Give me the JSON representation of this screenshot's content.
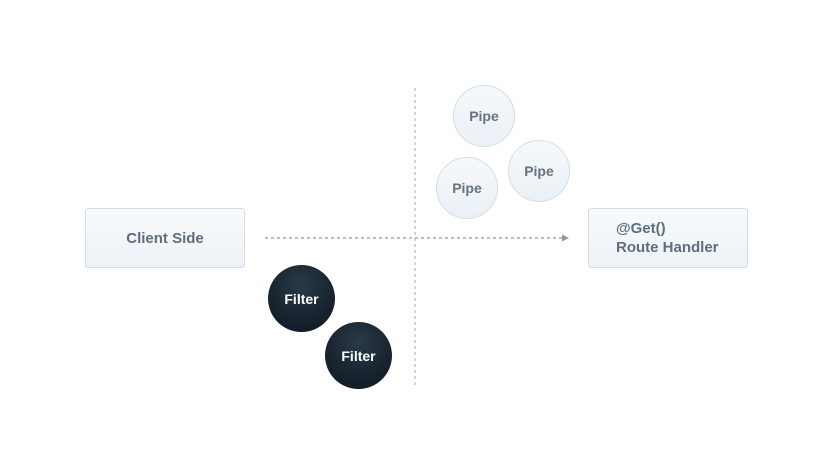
{
  "client": {
    "label": "Client Side"
  },
  "handler": {
    "line1": "@Get()",
    "line2": "Route Handler"
  },
  "pipes": [
    {
      "label": "Pipe"
    },
    {
      "label": "Pipe"
    },
    {
      "label": "Pipe"
    }
  ],
  "filters": [
    {
      "label": "Filter"
    },
    {
      "label": "Filter"
    }
  ],
  "colors": {
    "box_text": "#5f6e7c",
    "box_border": "#d4dde6",
    "filter_fill": "#182430",
    "connector": "#9aa3ab"
  }
}
